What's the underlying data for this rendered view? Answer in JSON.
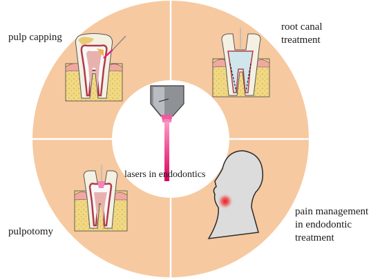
{
  "center_label": "lasers in endodontics",
  "quadrants": {
    "top_left": {
      "label_lines": [
        "pulp capping"
      ],
      "icon": "tooth-laser-icon"
    },
    "top_right": {
      "label_lines": [
        "root canal",
        "treatment"
      ],
      "icon": "tooth-root-canal-icon"
    },
    "bottom_left": {
      "label_lines": [
        "pulpotomy"
      ],
      "icon": "tooth-pulpotomy-icon"
    },
    "bottom_right": {
      "label_lines": [
        "pain management",
        "in endodontic",
        "treatment"
      ],
      "icon": "head-pain-icon"
    }
  },
  "center_icon": "laser-handpiece-icon",
  "colors": {
    "ring": "#f6c9a0",
    "tooth_crown": "#f4f0e2",
    "pulp": "#e0a0a0",
    "bone": "#f0d680",
    "laser": "#e8207a",
    "head": "#d9d9d9",
    "pain_spot": "#e43b3b"
  }
}
